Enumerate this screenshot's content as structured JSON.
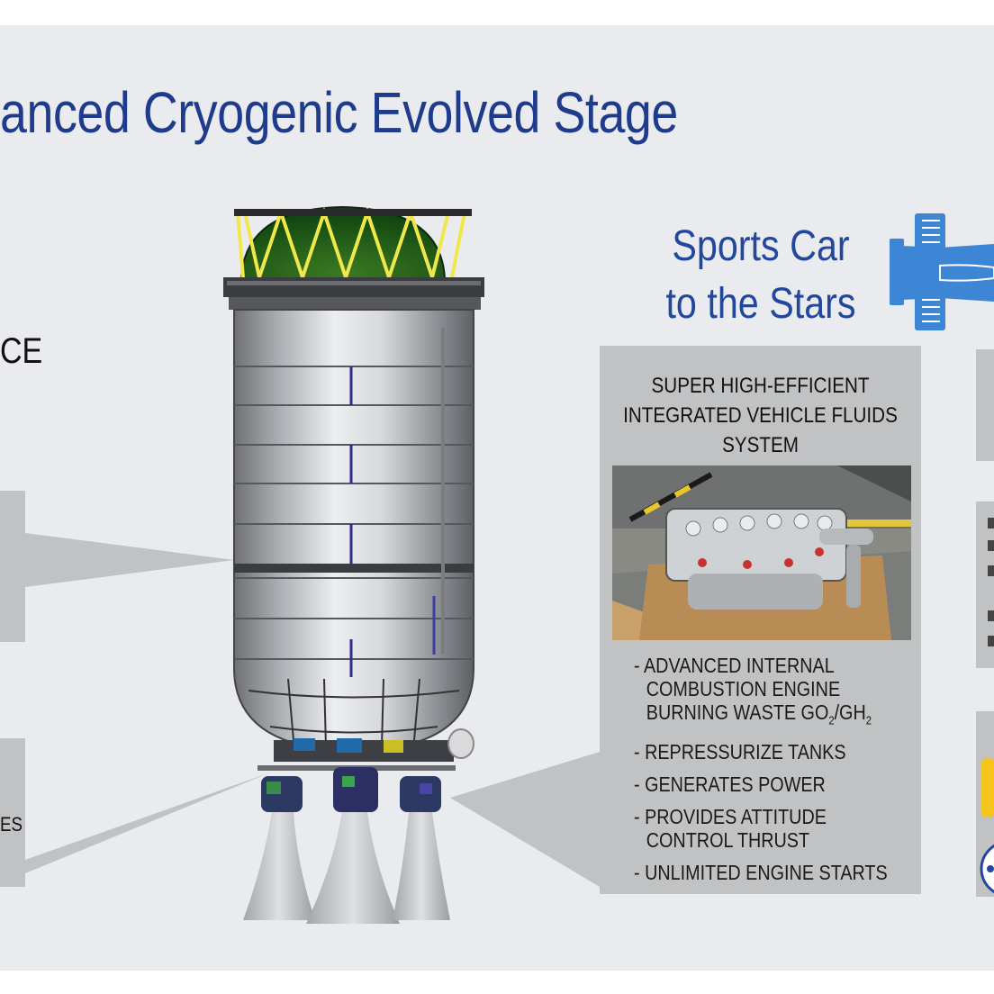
{
  "title": "anced Cryogenic Evolved Stage",
  "tagline": {
    "line1": "Sports Car",
    "line2": "to the Stars"
  },
  "fragments": {
    "left_mid": "CE",
    "left_bottom": "ES"
  },
  "fluids_panel": {
    "title_lines": [
      "SUPER HIGH-EFFICIENT",
      "INTEGRATED VEHICLE FLUIDS",
      "SYSTEM"
    ],
    "features": [
      {
        "lines": [
          "- ADVANCED INTERNAL",
          "COMBUSTION ENGINE"
        ],
        "last_prefix": "BURNING WASTE GO",
        "sub1": "2",
        "mid": "/GH",
        "sub2": "2"
      },
      {
        "text": "- REPRESSURIZE TANKS"
      },
      {
        "text": "- GENERATES POWER"
      },
      {
        "lines": [
          "- PROVIDES ATTITUDE",
          "CONTROL THRUST"
        ]
      },
      {
        "text": "- UNLIMITED ENGINE STARTS"
      }
    ]
  },
  "colors": {
    "background": "#e9ebee",
    "title": "#1f3b8c",
    "tagline": "#23479d",
    "panel": "#c1c2c3",
    "car_icon": "#3d86d6",
    "truss": "#f0e84a",
    "dome": "#1d5c1f"
  },
  "icons": {
    "car": "formula-car-icon"
  }
}
